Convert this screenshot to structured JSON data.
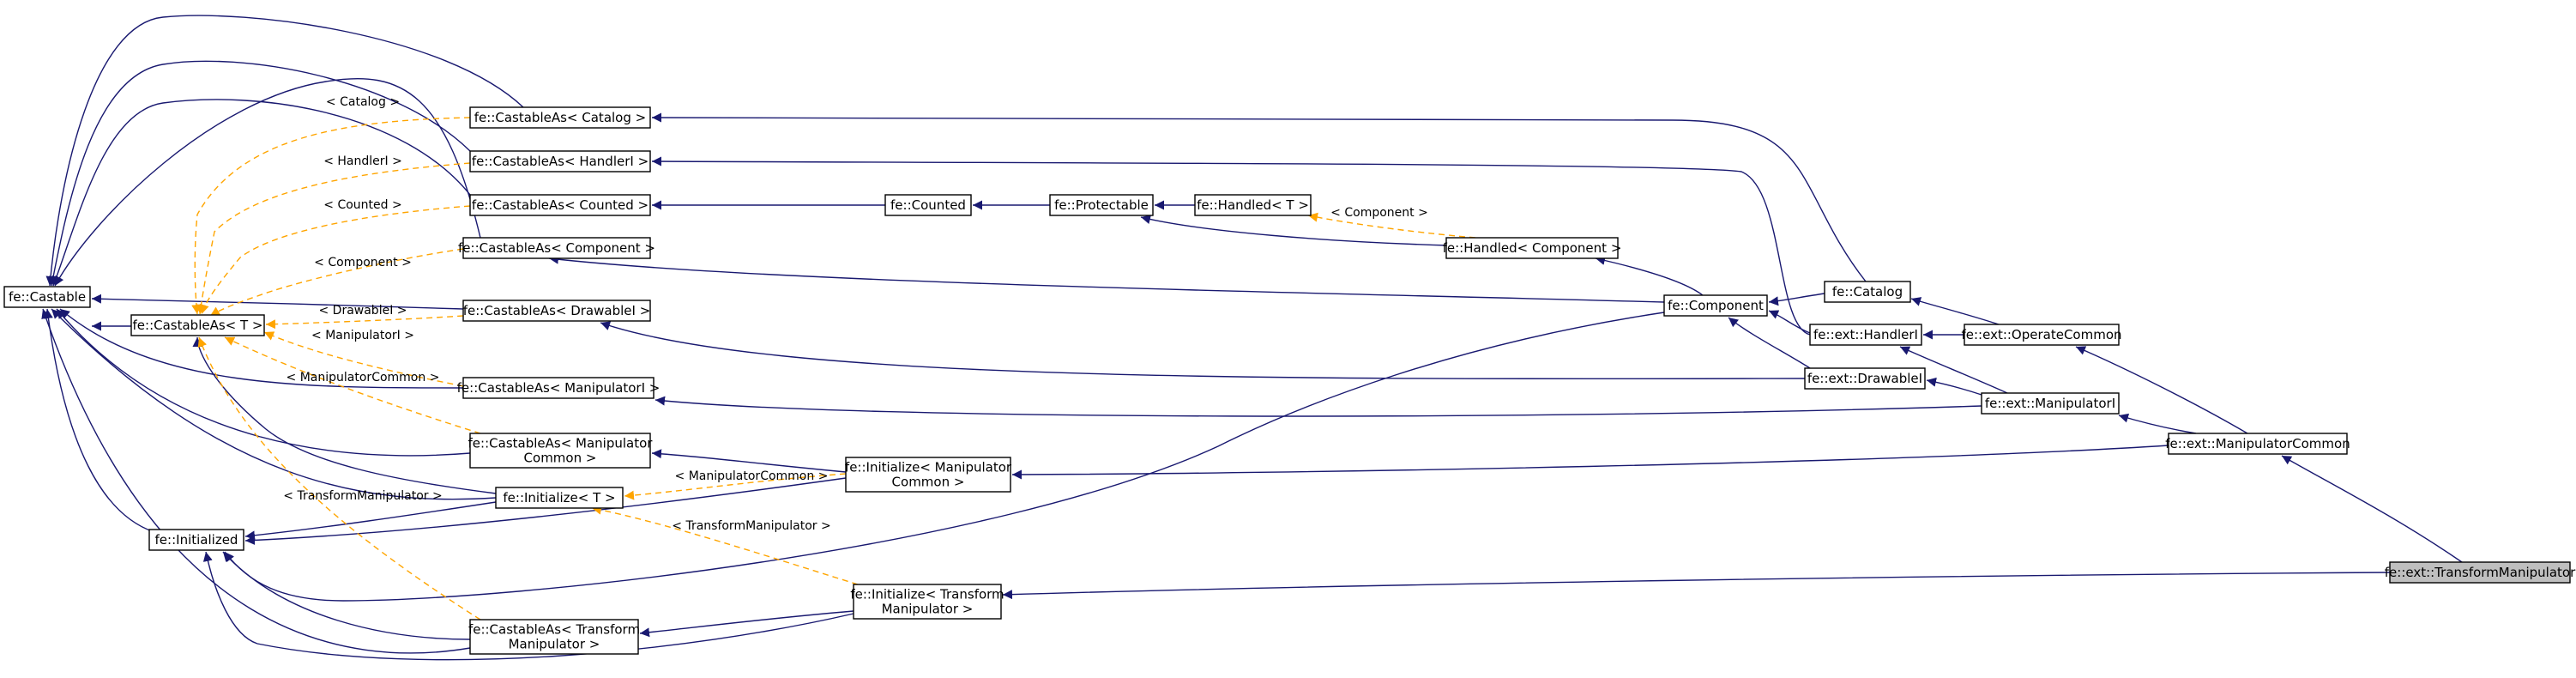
{
  "diagram": {
    "title": "",
    "colors": {
      "inheritance_edge": "#191970",
      "template_edge": "#ffa500",
      "node_fill": "#ffffff",
      "highlight_fill": "#bfbfbf",
      "border": "#000000"
    },
    "nodes": [
      {
        "id": "castable",
        "lines": [
          "fe::Castable"
        ]
      },
      {
        "id": "castas_t",
        "lines": [
          "fe::CastableAs< T >"
        ]
      },
      {
        "id": "initialized",
        "lines": [
          "fe::Initialized"
        ]
      },
      {
        "id": "ca_catalog",
        "lines": [
          "fe::CastableAs< Catalog >"
        ]
      },
      {
        "id": "ca_handleri",
        "lines": [
          "fe::CastableAs< HandlerI >"
        ]
      },
      {
        "id": "ca_counted",
        "lines": [
          "fe::CastableAs< Counted >"
        ]
      },
      {
        "id": "ca_component",
        "lines": [
          "fe::CastableAs< Component >"
        ]
      },
      {
        "id": "ca_drawablei",
        "lines": [
          "fe::CastableAs< DrawableI >"
        ]
      },
      {
        "id": "ca_manipi",
        "lines": [
          "fe::CastableAs< ManipulatorI >"
        ]
      },
      {
        "id": "ca_manipcommon",
        "lines": [
          "fe::CastableAs< Manipulator",
          "Common >"
        ]
      },
      {
        "id": "initialize_t",
        "lines": [
          "fe::Initialize< T >"
        ]
      },
      {
        "id": "ca_transform",
        "lines": [
          "fe::CastableAs< Transform",
          "Manipulator >"
        ]
      },
      {
        "id": "counted",
        "lines": [
          "fe::Counted"
        ]
      },
      {
        "id": "protectable",
        "lines": [
          "fe::Protectable"
        ]
      },
      {
        "id": "handled_t",
        "lines": [
          "fe::Handled< T >"
        ]
      },
      {
        "id": "handled_comp",
        "lines": [
          "fe::Handled< Component >"
        ]
      },
      {
        "id": "init_manipcommon",
        "lines": [
          "fe::Initialize< Manipulator",
          "Common >"
        ]
      },
      {
        "id": "init_transform",
        "lines": [
          "fe::Initialize< Transform",
          "Manipulator >"
        ]
      },
      {
        "id": "component",
        "lines": [
          "fe::Component"
        ]
      },
      {
        "id": "catalog",
        "lines": [
          "fe::Catalog"
        ]
      },
      {
        "id": "handleri",
        "lines": [
          "fe::ext::HandlerI"
        ]
      },
      {
        "id": "drawablei",
        "lines": [
          "fe::ext::DrawableI"
        ]
      },
      {
        "id": "operatecommon",
        "lines": [
          "fe::ext::OperateCommon"
        ]
      },
      {
        "id": "manipulatori",
        "lines": [
          "fe::ext::ManipulatorI"
        ]
      },
      {
        "id": "manipcommon",
        "lines": [
          "fe::ext::ManipulatorCommon"
        ]
      },
      {
        "id": "transform",
        "lines": [
          "fe::ext::TransformManipulator"
        ],
        "highlight": true
      }
    ],
    "edge_labels": [
      {
        "id": "lbl_catalog",
        "text": "< Catalog >"
      },
      {
        "id": "lbl_handleri",
        "text": "< HandlerI >"
      },
      {
        "id": "lbl_counted",
        "text": "< Counted >"
      },
      {
        "id": "lbl_component",
        "text": "< Component >"
      },
      {
        "id": "lbl_drawablei",
        "text": "< DrawableI >"
      },
      {
        "id": "lbl_manipi",
        "text": "< ManipulatorI >"
      },
      {
        "id": "lbl_manipcommon",
        "text": "< ManipulatorCommon >"
      },
      {
        "id": "lbl_transform",
        "text": "< TransformManipulator >"
      },
      {
        "id": "lbl_init_manipcommon",
        "text": "< ManipulatorCommon >"
      },
      {
        "id": "lbl_init_transform",
        "text": "< TransformManipulator >"
      },
      {
        "id": "lbl_handled_comp",
        "text": "< Component >"
      }
    ]
  }
}
